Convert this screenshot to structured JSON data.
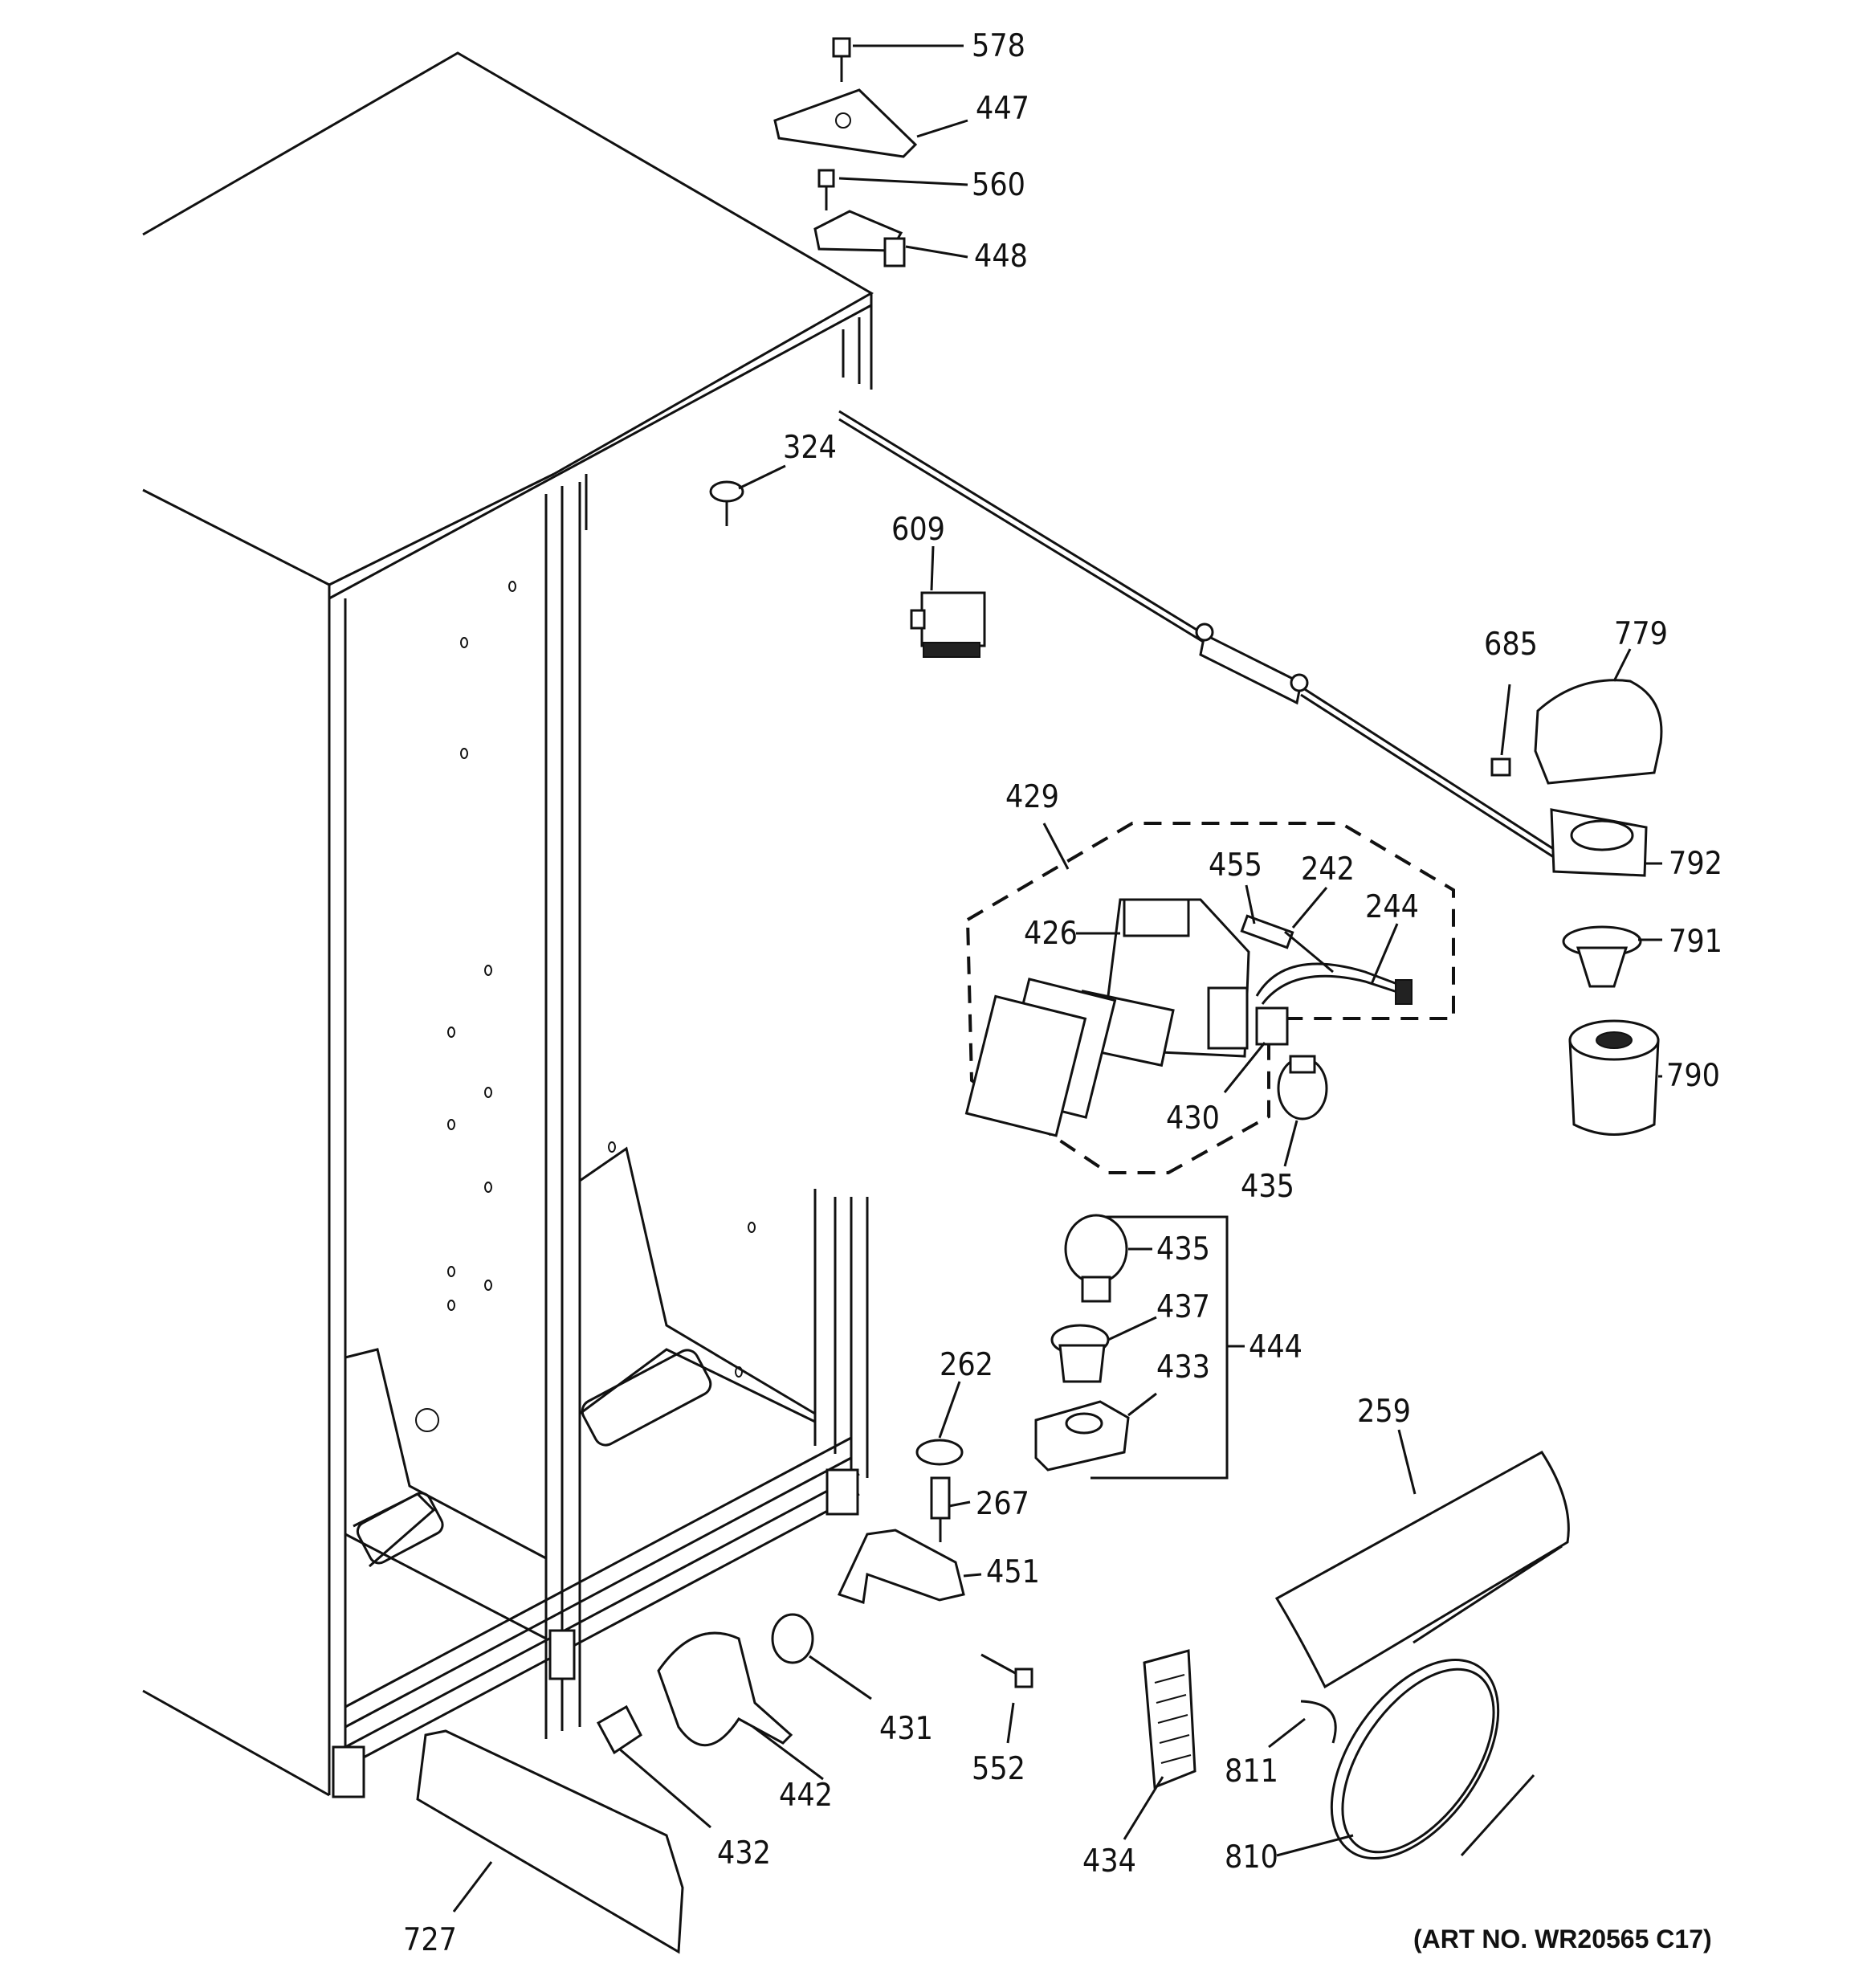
{
  "labels": {
    "p578": "578",
    "p447": "447",
    "p560": "560",
    "p448": "448",
    "p324": "324",
    "p609": "609",
    "p685": "685",
    "p779": "779",
    "p429": "429",
    "p455": "455",
    "p242": "242",
    "p244": "244",
    "p426": "426",
    "p792": "792",
    "p791": "791",
    "p790": "790",
    "p430": "430",
    "p435a": "435",
    "p435b": "435",
    "p437": "437",
    "p433": "433",
    "p444": "444",
    "p262": "262",
    "p267": "267",
    "p451": "451",
    "p259": "259",
    "p431": "431",
    "p442": "442",
    "p552": "552",
    "p811": "811",
    "p434": "434",
    "p432": "432",
    "p810": "810",
    "p727": "727"
  },
  "art_number": "(ART NO. WR20565 C17)"
}
